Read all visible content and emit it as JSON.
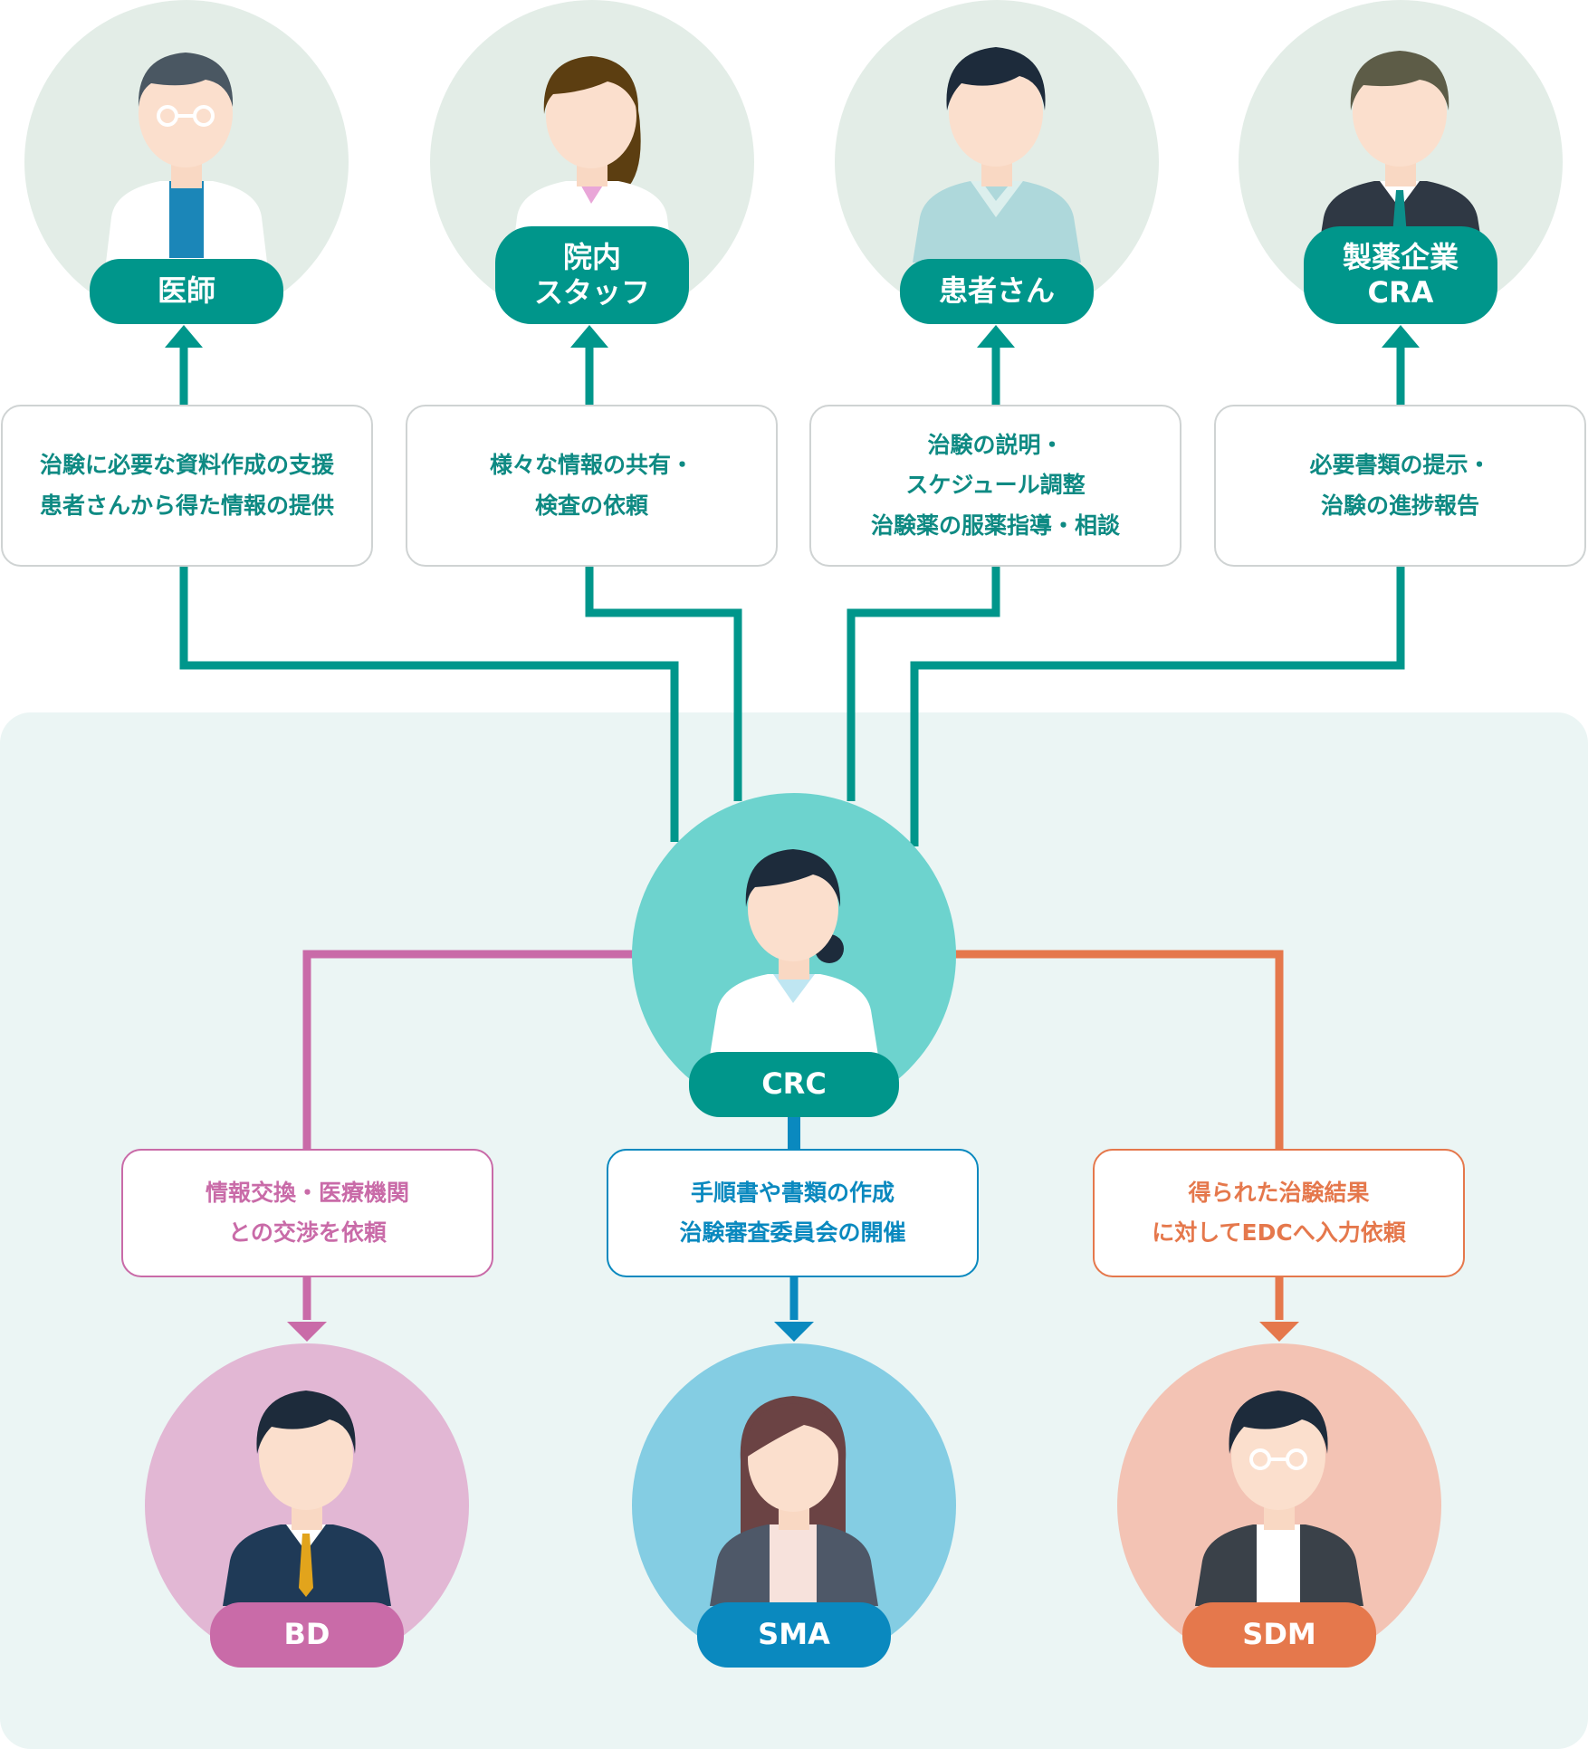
{
  "top_roles": [
    {
      "label": "医師",
      "task": "治験に必要な資料作成の支援\n患者さんから得た情報の提供",
      "icon": "doctor-avatar-icon"
    },
    {
      "label": "院内\nスタッフ",
      "task": "様々な情報の共有・\n検査の依頼",
      "icon": "hospital-staff-avatar-icon"
    },
    {
      "label": "患者さん",
      "task": "治験の説明・\nスケジュール調整\n治験薬の服薬指導・相談",
      "icon": "patient-avatar-icon"
    },
    {
      "label": "製薬企業\nCRA",
      "task": "必要書類の提示・\n治験の進捗報告",
      "icon": "pharma-cra-avatar-icon"
    }
  ],
  "center": {
    "label": "CRC",
    "icon": "crc-avatar-icon"
  },
  "bottom_roles": [
    {
      "label": "BD",
      "task": "情報交換・医療機関\nとの交渉を依頼",
      "icon": "bd-avatar-icon"
    },
    {
      "label": "SMA",
      "task": "手順書や書類の作成\n治験審査委員会の開催",
      "icon": "sma-avatar-icon"
    },
    {
      "label": "SDM",
      "task": "得られた治験結果\nに対してEDCへ入力依頼",
      "icon": "sdm-avatar-icon"
    }
  ],
  "colors": {
    "teal": "#00968b",
    "teal_light": "#6dd3ce",
    "top_circle": "#e3ede7",
    "panel": "#ebf5f4",
    "bd": "#c96ba8",
    "bd_circle": "#e2b7d4",
    "sma": "#0a89bf",
    "sma_circle": "#84cde3",
    "sdm": "#e5784c",
    "sdm_circle": "#f3c3b4"
  }
}
